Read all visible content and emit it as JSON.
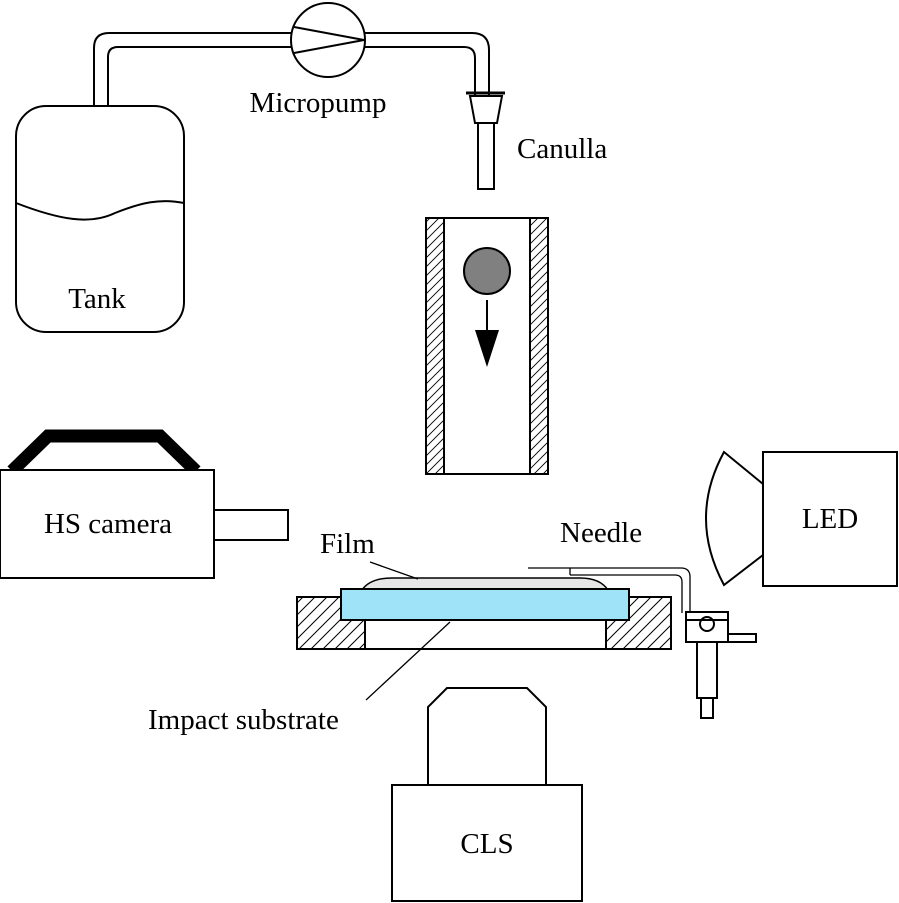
{
  "labels": {
    "micropump": "Micropump",
    "canulla": "Canulla",
    "tank": "Tank",
    "hs_camera": "HS camera",
    "film": "Film",
    "needle": "Needle",
    "led": "LED",
    "impact_substrate": "Impact substrate",
    "cls": "CLS"
  },
  "colors": {
    "line": "#000000",
    "substrate": "#9fe3f8",
    "droplet": "#808080",
    "film": "#e6e6e6",
    "background": "#ffffff"
  }
}
